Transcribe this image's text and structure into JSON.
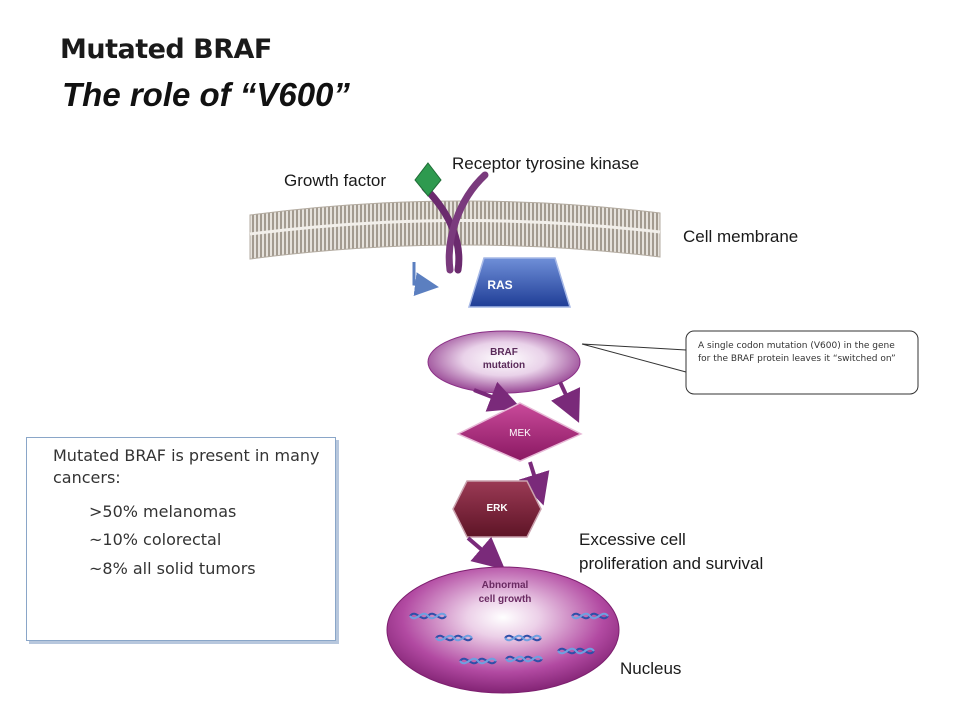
{
  "title": "Mutated BRAF",
  "subtitle": "The role of “V600”",
  "labels": {
    "growth_factor": "Growth factor",
    "receptor": "Receptor tyrosine kinase",
    "membrane": "Cell membrane",
    "ras": "RAS",
    "braf_line1": "BRAF",
    "braf_line2": "mutation",
    "mek": "MEK",
    "erk": "ERK",
    "abnormal_line1": "Abnormal",
    "abnormal_line2": "cell growth",
    "proliferation_line1": "Excessive cell",
    "proliferation_line2": "proliferation and survival",
    "nucleus": "Nucleus"
  },
  "callout": "A single codon mutation (V600) in the gene for the BRAF protein leaves it “switched on”",
  "info": {
    "heading": "Mutated BRAF is present in many cancers:",
    "stats": [
      ">50% melanomas",
      "~10% colorectal",
      "~8% all solid tumors"
    ]
  },
  "colors": {
    "purple": "#7a2a7a",
    "ras_blue": "#2f4fa8",
    "mek_magenta": "#a02377",
    "erk_maroon": "#7a2136",
    "growth_green": "#2e9a4f",
    "arrow_blue": "#5b7fc0",
    "nucleus_magenta": "#8e2a80"
  }
}
